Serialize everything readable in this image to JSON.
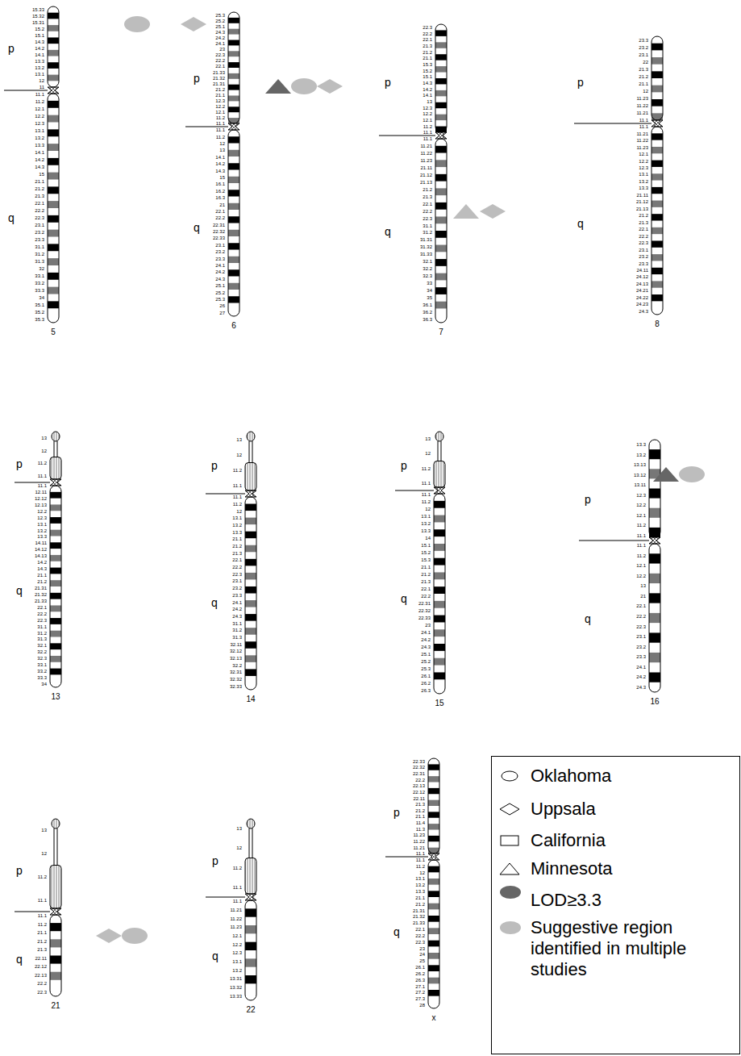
{
  "diagram": {
    "labels": [
      "5",
      "p",
      "q",
      "15.33",
      "15.32",
      "15.31",
      "15.2",
      "15.1",
      "14.3",
      "14.2",
      "14.1",
      "13.3",
      "13.2",
      "13.1",
      "12",
      "11",
      "11.1",
      "11.2",
      "12.1",
      "12.2",
      "12.3",
      "13.1",
      "13.2",
      "13.3",
      "14.1",
      "14.2",
      "14.3",
      "15",
      "21.1",
      "21.2",
      "21.3",
      "22.1",
      "22.2",
      "22.3",
      "23.1",
      "23.2",
      "23.3",
      "31.1",
      "31.2",
      "31.3",
      "32",
      "33.1",
      "33.2",
      "33.3",
      "34",
      "35.1",
      "35.2",
      "35.3",
      "6",
      "p",
      "q",
      "25.3",
      "25.2",
      "25.1",
      "24.3",
      "24.2",
      "24.1",
      "23",
      "22.3",
      "22.2",
      "22.1",
      "21.33",
      "21.32",
      "21.31",
      "21.2",
      "21.1",
      "12.3",
      "12.2",
      "12.1",
      "11.2",
      "11.1",
      "11.1",
      "11.2",
      "12",
      "13",
      "14.1",
      "14.2",
      "14.3",
      "15",
      "16.1",
      "16.2",
      "16.3",
      "21",
      "22.1",
      "22.2",
      "22.31",
      "22.32",
      "22.33",
      "23.1",
      "23.2",
      "23.3",
      "24.1",
      "24.2",
      "24.3",
      "25.1",
      "25.2",
      "25.3",
      "26",
      "27",
      "7",
      "p",
      "q",
      "22.3",
      "22.2",
      "22.1",
      "21.3",
      "21.2",
      "21.1",
      "15.3",
      "15.2",
      "15.1",
      "14.3",
      "14.2",
      "14.1",
      "13",
      "12.3",
      "12.2",
      "12.1",
      "11.2",
      "11.1",
      "11.1",
      "11.21",
      "11.22",
      "11.23",
      "21.11",
      "21.12",
      "21.13",
      "21.2",
      "21.3",
      "22.1",
      "22.2",
      "22.3",
      "31.1",
      "31.2",
      "31.31",
      "31.32",
      "31.33",
      "32.1",
      "32.2",
      "32.3",
      "33",
      "34",
      "35",
      "36.1",
      "36.2",
      "36.3",
      "8",
      "p",
      "q",
      "23.3",
      "23.2",
      "23.1",
      "22",
      "21.3",
      "21.2",
      "21.1",
      "12",
      "11.23",
      "11.22",
      "11.21",
      "11.1",
      "11.1",
      "11.21",
      "11.22",
      "11.23",
      "12.1",
      "12.2",
      "12.3",
      "13.1",
      "13.2",
      "13.3",
      "21.11",
      "21.12",
      "21.13",
      "21.2",
      "21.3",
      "22.1",
      "22.2",
      "22.3",
      "23.1",
      "23.2",
      "23.3",
      "24.11",
      "24.12",
      "24.13",
      "24.21",
      "24.22",
      "24.23",
      "24.3",
      "13",
      "p",
      "q",
      "13",
      "12",
      "11.2",
      "11.1",
      "11.1",
      "12.11",
      "12.12",
      "12.13",
      "12.2",
      "12.3",
      "13.1",
      "13.2",
      "13.3",
      "14.11",
      "14.12",
      "14.13",
      "14.2",
      "14.3",
      "21.1",
      "21.2",
      "21.31",
      "21.32",
      "21.33",
      "22.1",
      "22.2",
      "22.3",
      "31.1",
      "31.2",
      "31.3",
      "32.1",
      "32.2",
      "32.3",
      "33.1",
      "33.2",
      "33.3",
      "34",
      "14",
      "p",
      "q",
      "13",
      "12",
      "11.2",
      "11.1",
      "11.1",
      "11.2",
      "12",
      "13.1",
      "13.2",
      "13.3",
      "21.1",
      "21.2",
      "21.3",
      "22.1",
      "22.2",
      "22.3",
      "23.1",
      "23.2",
      "23.3",
      "24.1",
      "24.2",
      "24.3",
      "31.1",
      "31.2",
      "31.3",
      "32.11",
      "32.12",
      "32.13",
      "32.2",
      "32.31",
      "32.32",
      "32.33",
      "15",
      "p",
      "q",
      "13",
      "12",
      "11.2",
      "11.1",
      "11.1",
      "11.2",
      "12",
      "13.1",
      "13.2",
      "13.3",
      "14",
      "15.1",
      "15.2",
      "15.3",
      "21.1",
      "21.2",
      "21.3",
      "22.1",
      "22.2",
      "22.31",
      "22.32",
      "22.33",
      "23",
      "24.1",
      "24.2",
      "24.3",
      "25.1",
      "25.2",
      "25.3",
      "26.1",
      "26.2",
      "26.3",
      "16",
      "p",
      "q",
      "13.3",
      "13.2",
      "13.13",
      "13.12",
      "13.11",
      "12.3",
      "12.2",
      "12.1",
      "11.2",
      "11.1",
      "11.1",
      "11.2",
      "12.1",
      "12.2",
      "13",
      "21",
      "22.1",
      "22.2",
      "22.3",
      "23.1",
      "23.2",
      "23.3",
      "24.1",
      "24.2",
      "24.3",
      "21",
      "p",
      "q",
      "13",
      "12",
      "11.2",
      "11.1",
      "11.1",
      "11.2",
      "21.1",
      "21.2",
      "21.3",
      "22.11",
      "22.12",
      "22.13",
      "22.2",
      "22.3",
      "22",
      "p",
      "q",
      "13",
      "12",
      "11.2",
      "11.1",
      "11.1",
      "11.21",
      "11.22",
      "11.23",
      "12.1",
      "12.2",
      "12.3",
      "13.1",
      "13.2",
      "13.31",
      "13.32",
      "13.33",
      "x",
      "p",
      "q",
      "22.33",
      "22.32",
      "22.31",
      "22.2",
      "22.13",
      "22.12",
      "22.11",
      "21.3",
      "21.2",
      "21.1",
      "11.4",
      "11.3",
      "11.23",
      "11.22",
      "11.21",
      "11.1",
      "11.1",
      "11.2",
      "12",
      "13.1",
      "13.2",
      "13.3",
      "21.1",
      "21.2",
      "21.31",
      "21.32",
      "21.33",
      "22.1",
      "22.2",
      "22.3",
      "23",
      "24",
      "25",
      "26.1",
      "26.2",
      "26.3",
      "27.1",
      "27.2",
      "27.3",
      "28"
    ],
    "legend": [
      {
        "text": "Oklahoma"
      },
      {
        "text": "Uppsala"
      },
      {
        "text": "California"
      },
      {
        "text": "Minnesota"
      },
      {
        "text": "LOD≥3.3",
        "color": "#666666"
      },
      {
        "text": "Suggestive region identified in multiple studies",
        "color": "#bdbdbd"
      }
    ]
  }
}
